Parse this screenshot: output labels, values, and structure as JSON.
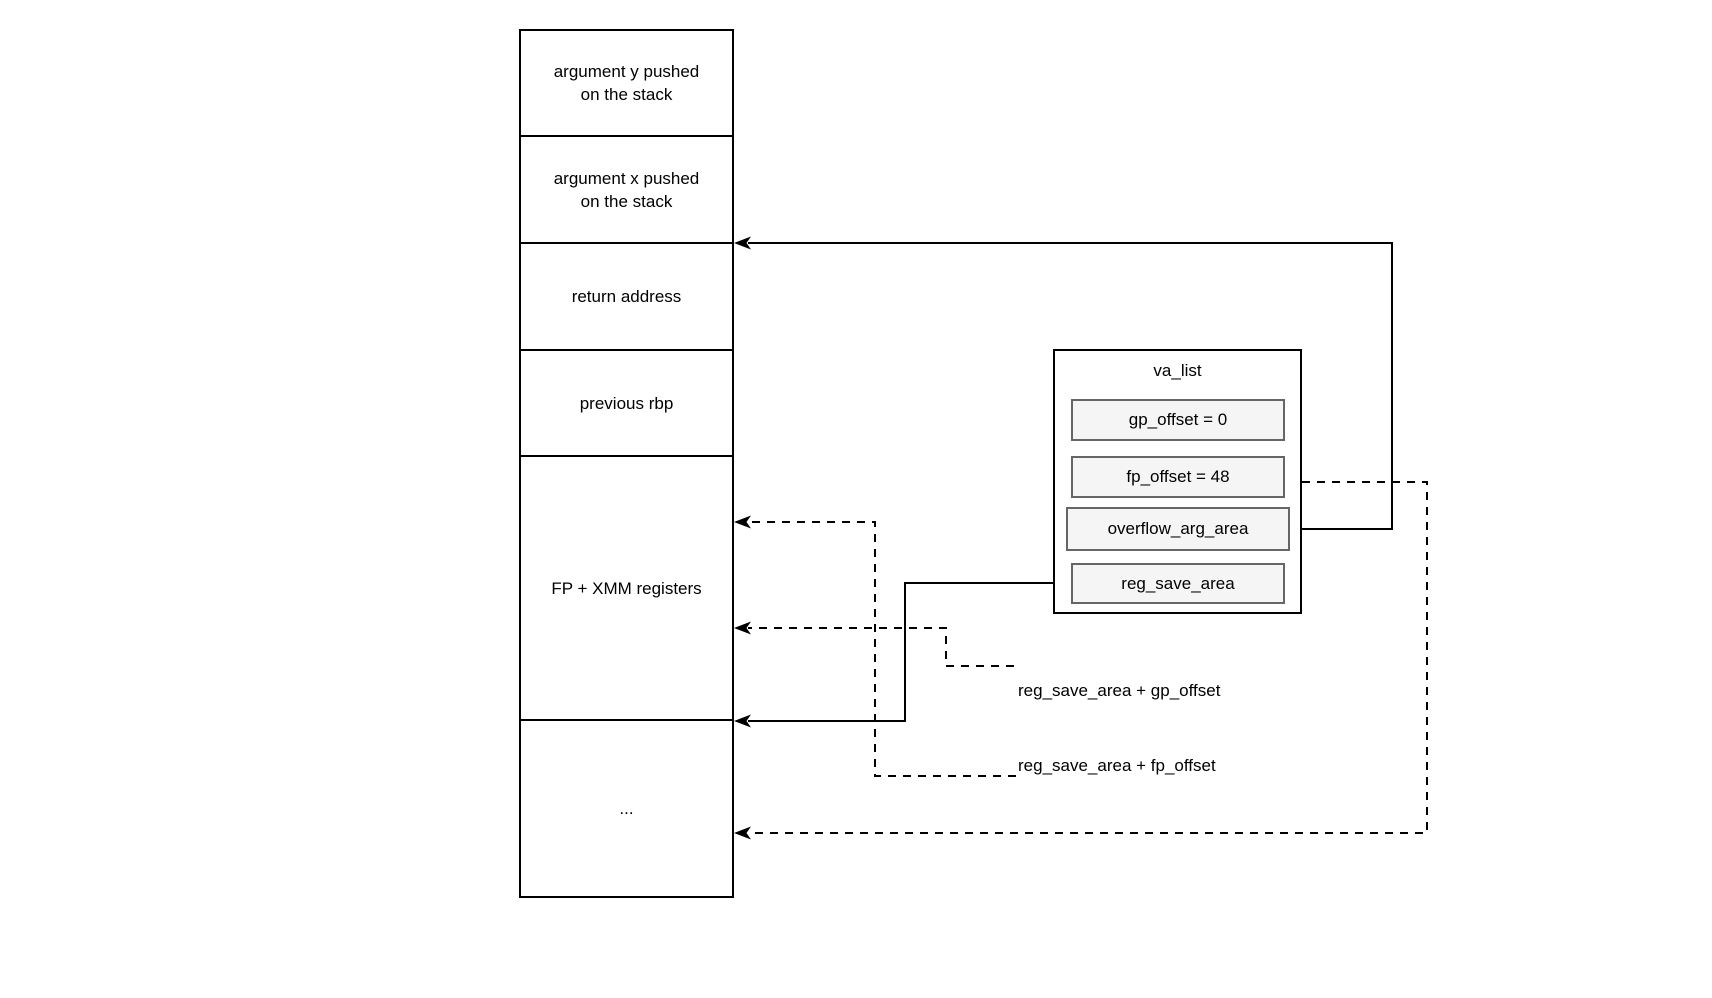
{
  "stack": {
    "cells": [
      {
        "label": "argument y pushed\non the stack"
      },
      {
        "label": "argument x pushed\non the stack"
      },
      {
        "label": "return address"
      },
      {
        "label": "previous rbp"
      },
      {
        "label": "FP + XMM registers"
      },
      {
        "label": "..."
      }
    ]
  },
  "va_list": {
    "title": "va_list",
    "fields": [
      {
        "label": "gp_offset = 0"
      },
      {
        "label": "fp_offset = 48"
      },
      {
        "label": "overflow_arg_area"
      },
      {
        "label": "reg_save_area"
      }
    ]
  },
  "annotations": {
    "gp": "reg_save_area + gp_offset",
    "fp": "reg_save_area + fp_offset"
  },
  "colors": {
    "line": "#000000",
    "field_fill": "#f5f5f5",
    "field_border": "#666666"
  }
}
